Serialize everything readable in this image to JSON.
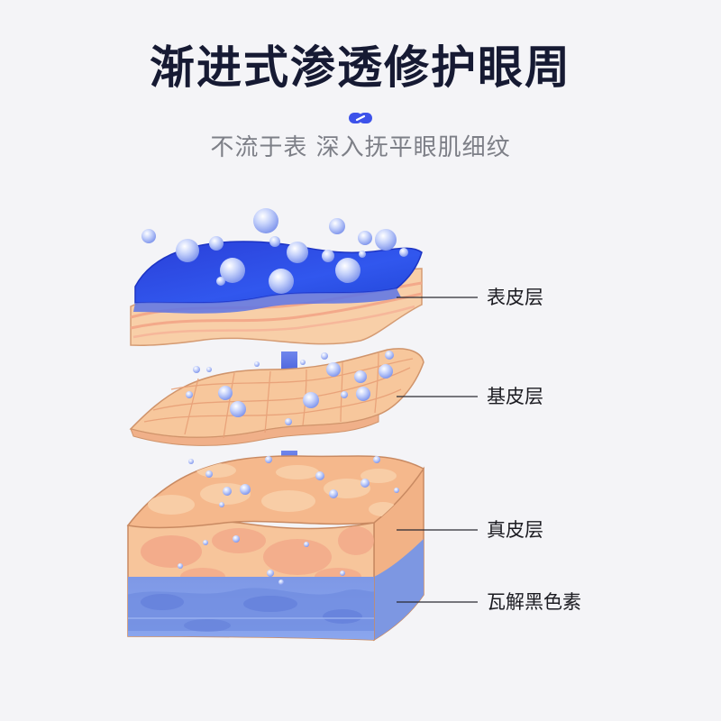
{
  "header": {
    "title": "渐进式渗透修护眼周",
    "subtitle": "不流于表 深入抚平眼肌细纹",
    "divider_icon": "link-icon"
  },
  "layers": [
    {
      "label": "表皮层"
    },
    {
      "label": "基皮层"
    },
    {
      "label": "真皮层"
    },
    {
      "label": "瓦解黑色素"
    }
  ],
  "colors": {
    "title": "#161a33",
    "subtitle": "#7d7f87",
    "accent": "#3d52ea",
    "gel_blue": "#2947e0",
    "skin": "#f6c79c",
    "skin_dark": "#eea97c",
    "melanin": "#7f9fe8",
    "arrow": "#1f3fcf"
  }
}
